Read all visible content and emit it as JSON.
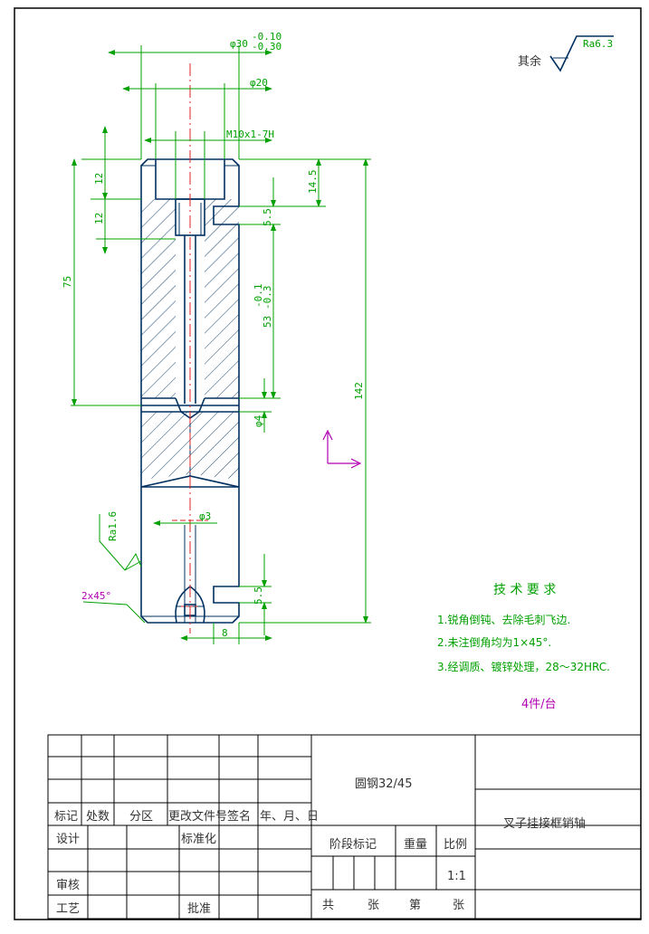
{
  "surface_finish": {
    "other_label": "其余",
    "roughness": "Ra6.3"
  },
  "dimensions": {
    "outer_dia": "φ30",
    "outer_dia_upper": "-0.10",
    "outer_dia_lower": "-0.30",
    "bore_dia": "φ20",
    "thread": "M10x1-7H",
    "top_12a": "12",
    "top_12b": "12",
    "len_75": "75",
    "len_14_5": "14.5",
    "groove_5_5_top": "5.5",
    "len_53": "53",
    "len_53_tol_upper": "-0.1",
    "len_53_tol_lower": "-0.3",
    "len_142": "142",
    "hole_4": "φ4",
    "cross_hole_3": "φ3",
    "ra16": "Ra1.6",
    "chamfer": "2x45°",
    "groove_5_5_bottom": "5.5",
    "len_8": "8"
  },
  "tech_requirements": {
    "title": "技 术 要 求",
    "items": [
      "1.锐角倒钝、去除毛刺飞边.",
      "2.未注倒角均为1×45°.",
      "3.经调质、镀锌处理，28～32HRC."
    ],
    "quantity": "4件/台"
  },
  "title_block": {
    "material": "圆钢32/45",
    "part_name": "叉子挂接框销轴",
    "headers": [
      "标记",
      "处数",
      "分区",
      "更改文件号",
      "签名",
      "年、月、日"
    ],
    "roles": {
      "design": "设计",
      "standard": "标准化",
      "review": "审核",
      "process": "工艺",
      "approve": "批准"
    },
    "stage_mark": "阶段标记",
    "weight": "重量",
    "scale_label": "比例",
    "scale_value": "1:1",
    "total": "共",
    "sheets_a": "张",
    "sheet_no": "第",
    "sheets_b": "张"
  }
}
